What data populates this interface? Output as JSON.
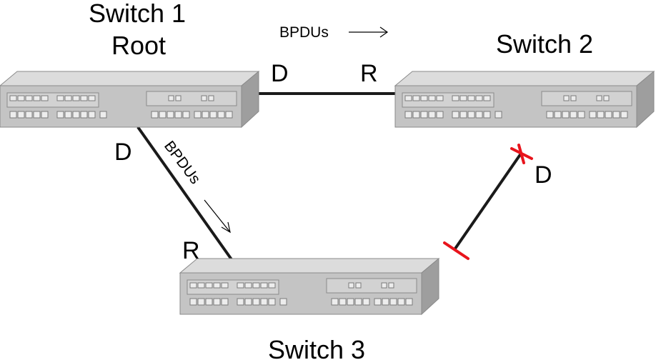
{
  "switches": [
    {
      "name": "Switch 1",
      "role": "Root"
    },
    {
      "name": "Switch 2"
    },
    {
      "name": "Switch 3"
    }
  ],
  "links": {
    "s1_s2": {
      "s1_port": "D",
      "s2_port": "R",
      "bpdu_label": "BPDUs"
    },
    "s1_s3": {
      "s1_port": "D",
      "s3_port": "R",
      "bpdu_label": "BPDUs"
    },
    "s2_s3": {
      "s2_port": "D"
    }
  },
  "colors": {
    "link": "#1a1a1a",
    "blocked_marker": "#e8141c",
    "switch_top": "#dcdcdc",
    "switch_front": "#c4c4c4",
    "switch_side": "#9e9e9e",
    "switch_outline": "#8a8a8a"
  }
}
